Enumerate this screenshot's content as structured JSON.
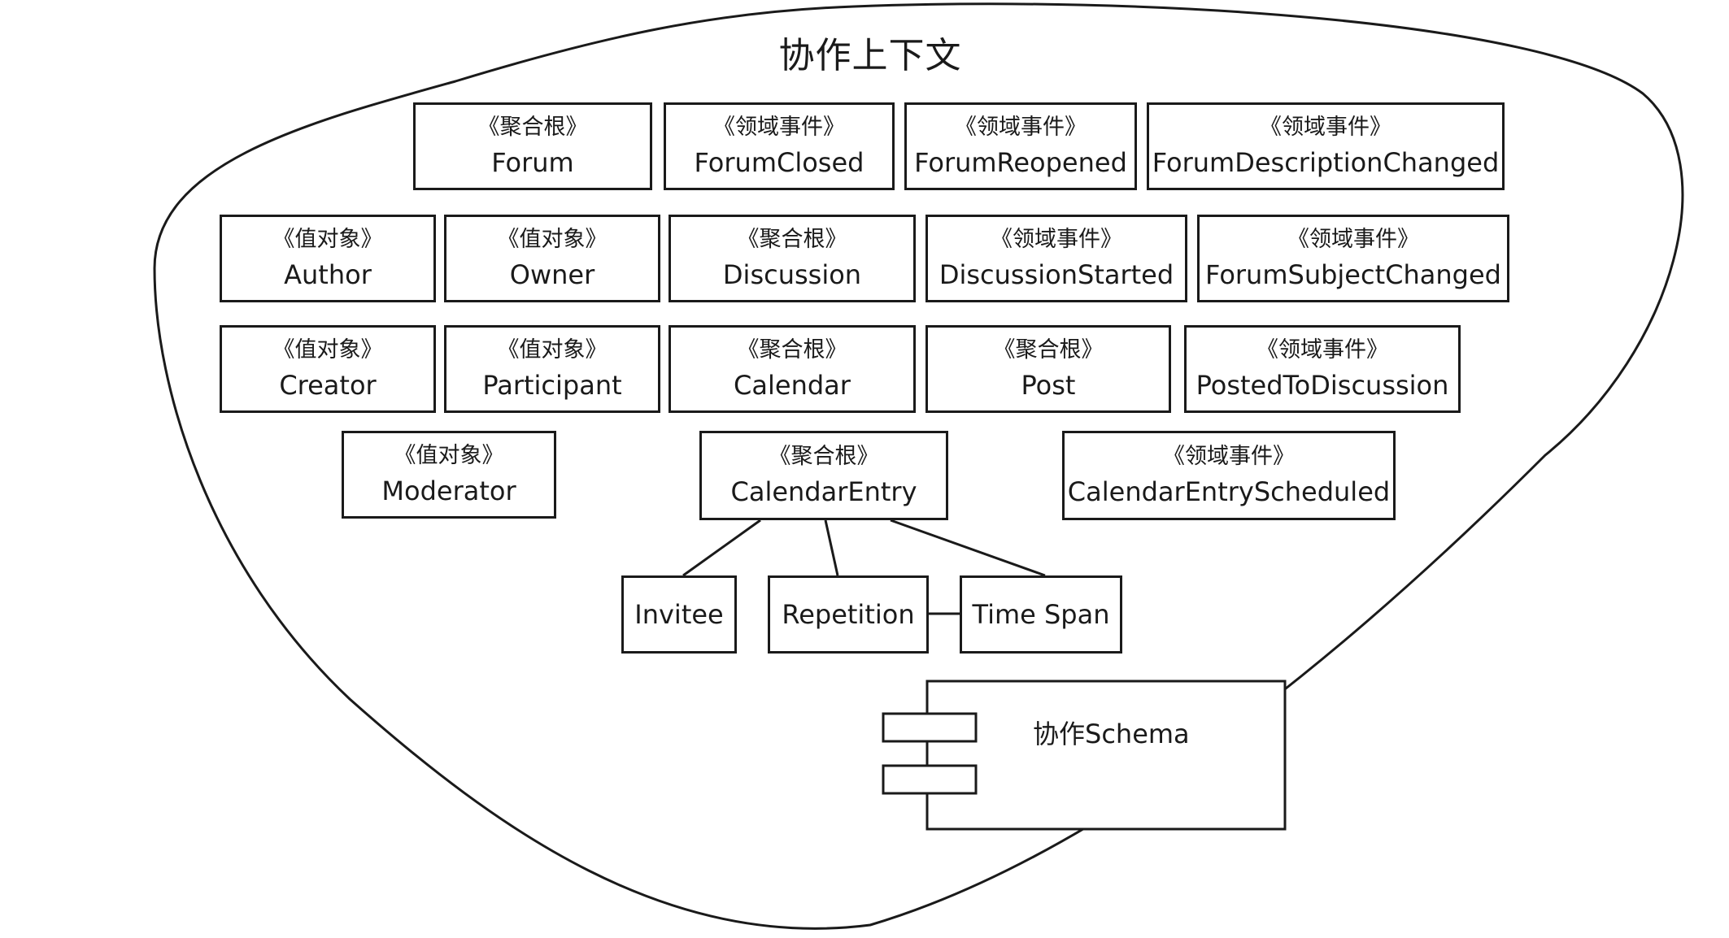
{
  "context": {
    "title": "协作上下文"
  },
  "rows": [
    [
      {
        "stereotype": "《聚合根》",
        "name": "Forum"
      },
      {
        "stereotype": "《领域事件》",
        "name": "ForumClosed"
      },
      {
        "stereotype": "《领域事件》",
        "name": "ForumReopened"
      },
      {
        "stereotype": "《领域事件》",
        "name": "ForumDescriptionChanged"
      }
    ],
    [
      {
        "stereotype": "《值对象》",
        "name": "Author"
      },
      {
        "stereotype": "《值对象》",
        "name": "Owner"
      },
      {
        "stereotype": "《聚合根》",
        "name": "Discussion"
      },
      {
        "stereotype": "《领域事件》",
        "name": "DiscussionStarted"
      },
      {
        "stereotype": "《领域事件》",
        "name": "ForumSubjectChanged"
      }
    ],
    [
      {
        "stereotype": "《值对象》",
        "name": "Creator"
      },
      {
        "stereotype": "《值对象》",
        "name": "Participant"
      },
      {
        "stereotype": "《聚合根》",
        "name": "Calendar"
      },
      {
        "stereotype": "《聚合根》",
        "name": "Post"
      },
      {
        "stereotype": "《领域事件》",
        "name": "PostedToDiscussion"
      }
    ],
    [
      {
        "stereotype": "《值对象》",
        "name": "Moderator"
      },
      {
        "stereotype": "《聚合根》",
        "name": "CalendarEntry"
      },
      {
        "stereotype": "《领域事件》",
        "name": "CalendarEntryScheduled"
      }
    ]
  ],
  "calendar_entry_parts": [
    {
      "name": "Invitee"
    },
    {
      "name": "Repetition"
    },
    {
      "name": "Time Span"
    }
  ],
  "component": {
    "label": "协作Schema"
  }
}
